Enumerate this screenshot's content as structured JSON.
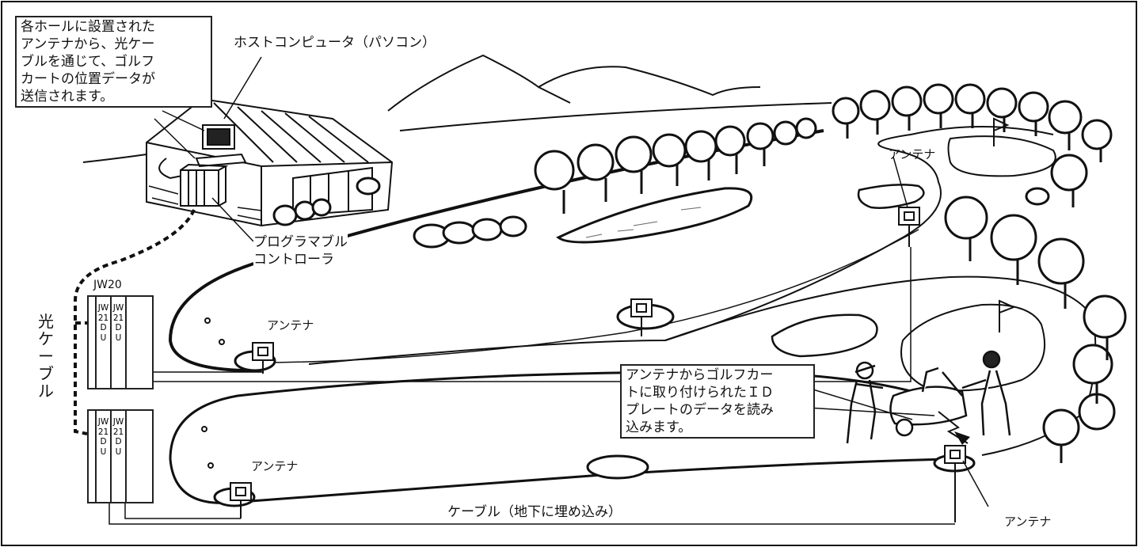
{
  "labels": {
    "hole_antenna_note": "各ホールに設置された\nアンテナから、光ケー\nブルを通じて、ゴルフ\nカートの位置データが\n送信されます。",
    "host_computer": "ホストコンピュータ（パソコン）",
    "plc": "プログラマブル\nコントローラ",
    "jw20": "JW20",
    "optical_cable": "光ケーブル",
    "id_plate_note": "アンテナからゴルフカー\nトに取り付けられたＩＤ\nプレートのデータを読み\n込みます。",
    "cable_underground": "ケーブル（地下に埋め込み）",
    "antenna": "アンテナ"
  },
  "modules": [
    {
      "slots": [
        "JW",
        "21",
        "D",
        "U"
      ]
    },
    {
      "slots": [
        "JW",
        "21",
        "D",
        "U"
      ]
    }
  ],
  "colors": {
    "line": "#111111",
    "background": "#ffffff"
  }
}
